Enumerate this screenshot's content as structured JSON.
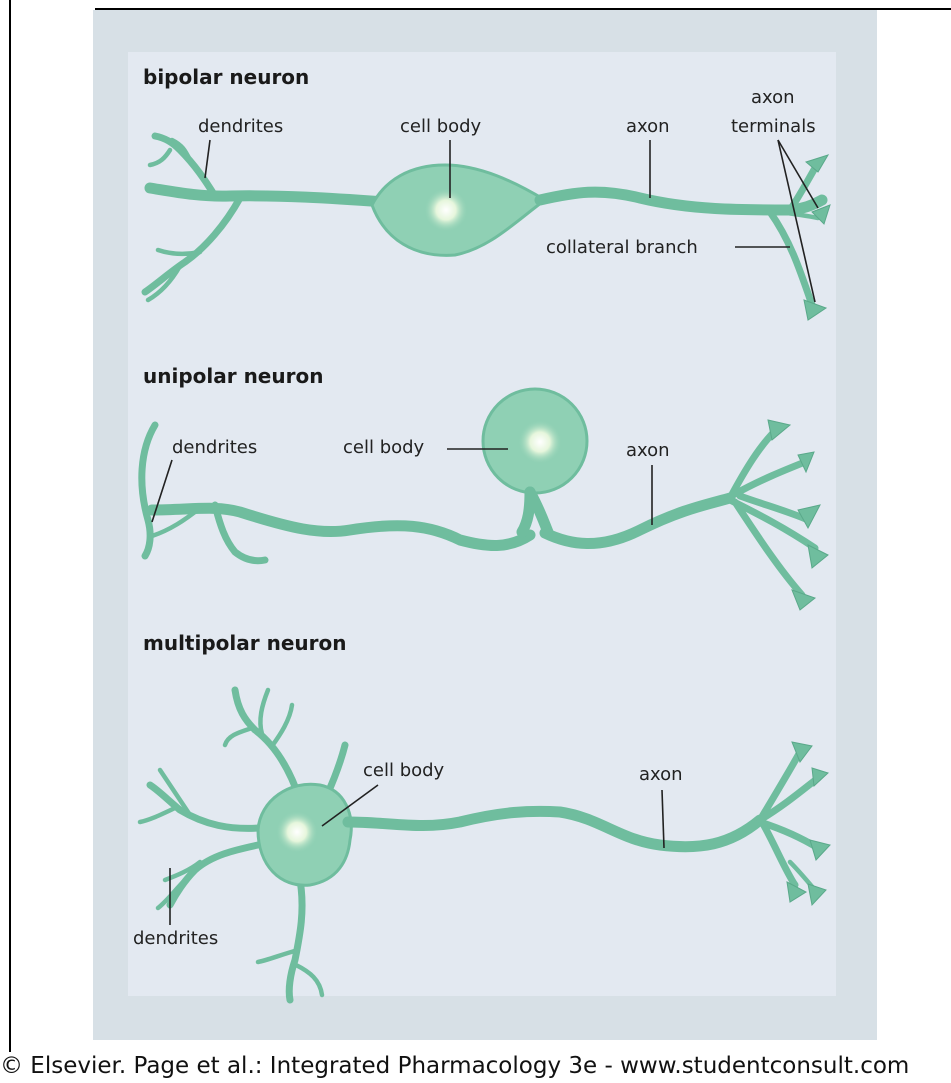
{
  "diagram": {
    "bipolar": {
      "title": "bipolar neuron",
      "labels": {
        "dendrites": "dendrites",
        "cell_body": "cell body",
        "axon": "axon",
        "axon_terminals_1": "axon",
        "axon_terminals_2": "terminals",
        "collateral_branch": "collateral branch"
      }
    },
    "unipolar": {
      "title": "unipolar neuron",
      "labels": {
        "dendrites": "dendrites",
        "cell_body": "cell body",
        "axon": "axon"
      }
    },
    "multipolar": {
      "title": "multipolar neuron",
      "labels": {
        "cell_body": "cell body",
        "axon": "axon",
        "dendrites": "dendrites"
      }
    }
  },
  "footer": {
    "copyright": "© Elsevier. Page et al.: Integrated Pharmacology 3e - www.studentconsult.com"
  },
  "colors": {
    "neuron": "#6fbd9e",
    "soma": "#8fd0b4",
    "panel_outer": "#d7e0e6",
    "panel_inner": "#e3e9f1"
  }
}
